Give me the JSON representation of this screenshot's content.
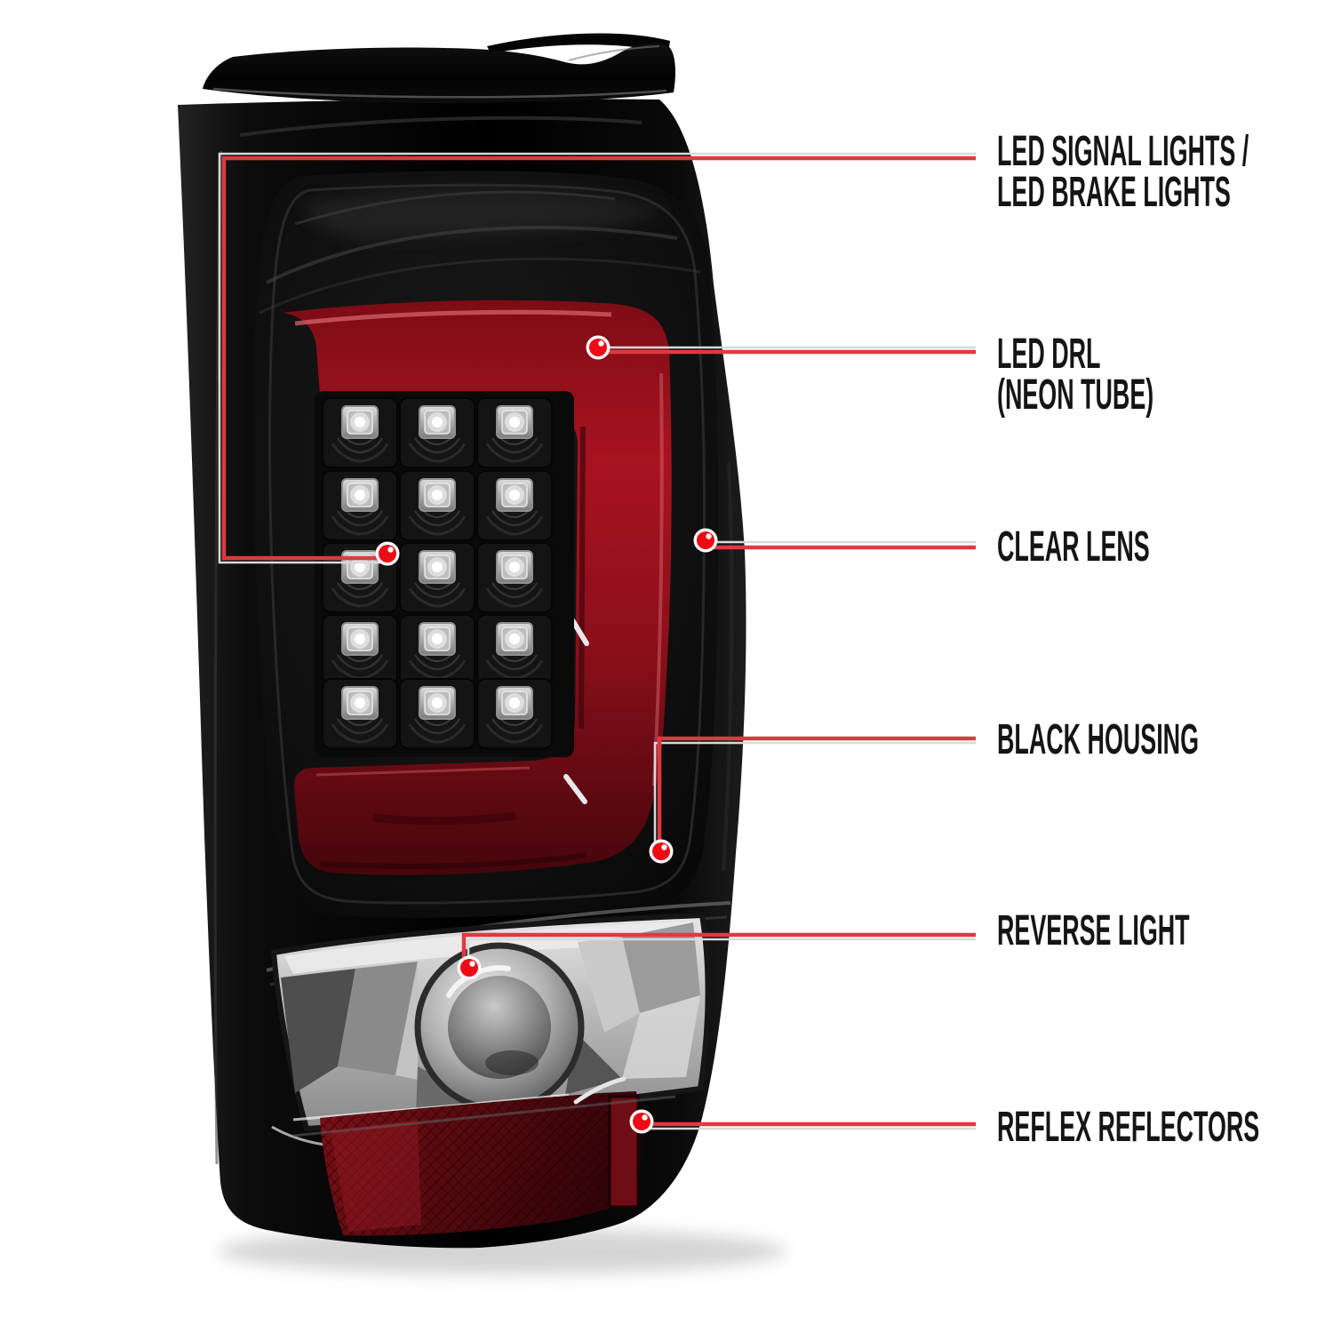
{
  "diagram": {
    "background": "#ffffff",
    "annotations": [
      {
        "id": "led-signal-brake",
        "line1": "LED SIGNAL LIGHTS /",
        "line2": "LED BRAKE LIGHTS"
      },
      {
        "id": "led-drl",
        "line1": "LED DRL",
        "line2": "(NEON TUBE)"
      },
      {
        "id": "clear-lens",
        "line1": "CLEAR LENS",
        "line2": ""
      },
      {
        "id": "black-housing",
        "line1": "BLACK HOUSING",
        "line2": ""
      },
      {
        "id": "reverse-light",
        "line1": "REVERSE LIGHT",
        "line2": ""
      },
      {
        "id": "reflex-reflectors",
        "line1": "REFLEX REFLECTORS",
        "line2": ""
      }
    ],
    "colors": {
      "leader_line": "#dd3a40",
      "marker_dot": "#ee0b16",
      "label_text": "#151515"
    }
  }
}
